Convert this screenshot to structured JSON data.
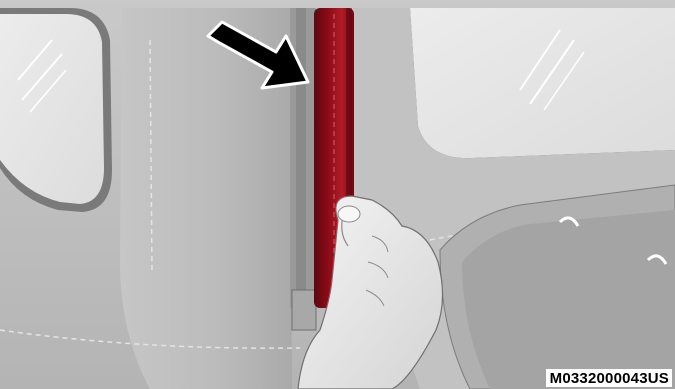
{
  "figure": {
    "code": "M0332000043US"
  },
  "icons": {
    "arrow": "right-pointing-arrow",
    "hand": "hand-pulling-trim"
  },
  "colors": {
    "trim": "#8c0b17",
    "trim_highlight": "#c8323c",
    "panel": "#bdbdbd",
    "window_glass": "#e6e6e6",
    "arrow": "#000000"
  }
}
